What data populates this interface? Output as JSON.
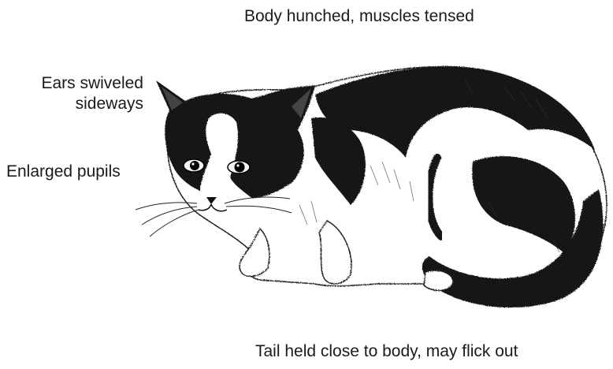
{
  "diagram": {
    "labels": {
      "body": "Body hunched, muscles tensed",
      "ears_line1": "Ears swiveled",
      "ears_line2": "sideways",
      "pupils": "Enlarged pupils",
      "tail": "Tail held close to body, may flick out"
    },
    "illustration": {
      "subject": "crouching black-and-white cat",
      "ink_color": "#141414",
      "paper_color": "#ffffff"
    }
  }
}
